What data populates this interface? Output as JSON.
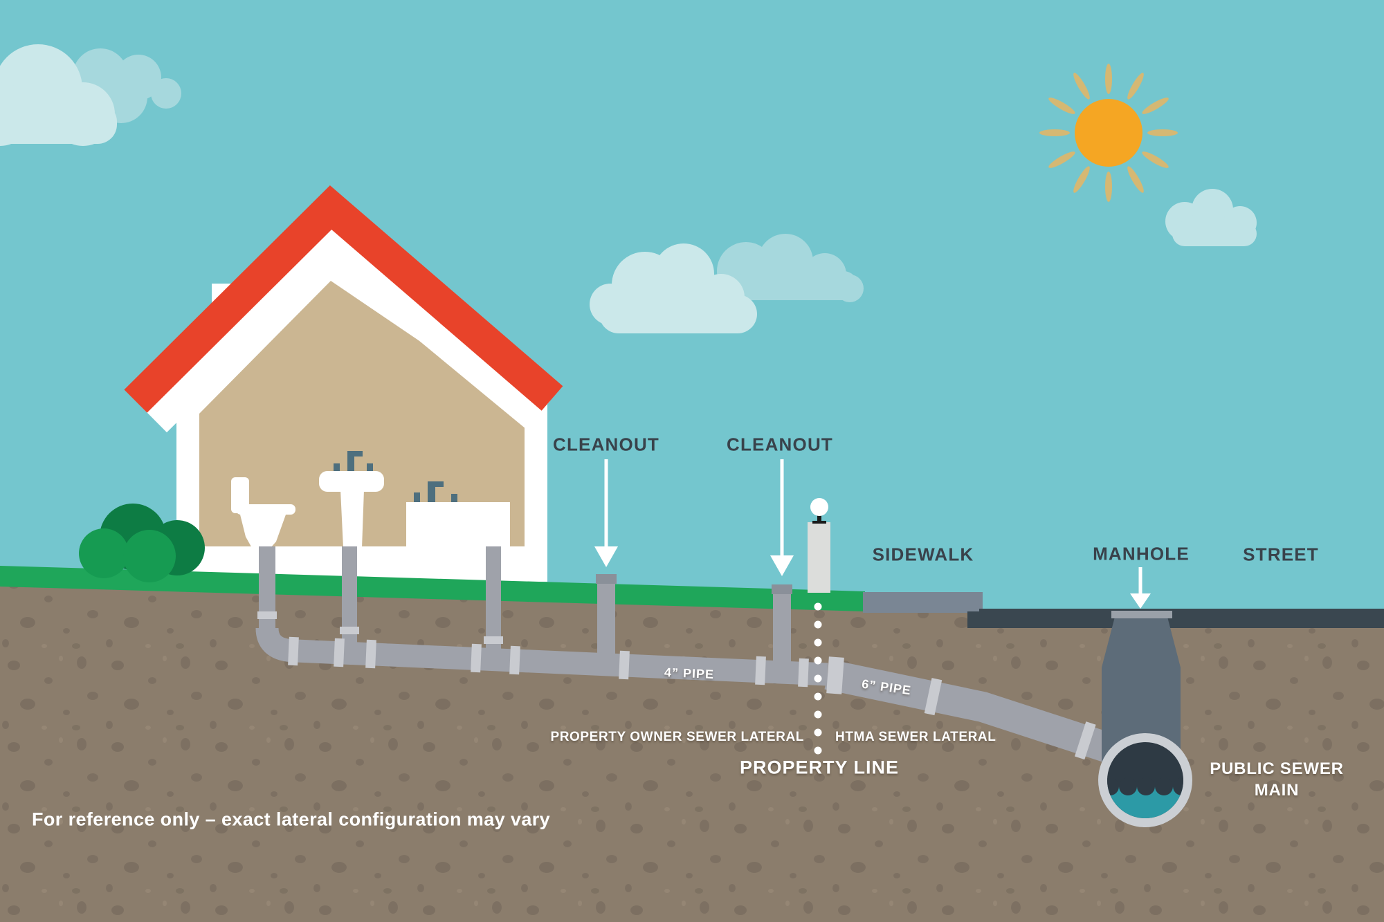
{
  "labels": {
    "cleanout_left": "CLEANOUT",
    "cleanout_right": "CLEANOUT",
    "sidewalk": "SIDEWALK",
    "manhole": "MANHOLE",
    "street": "STREET",
    "pipe4": "4” PIPE",
    "pipe6": "6” PIPE",
    "owner_lateral": "PROPERTY OWNER SEWER LATERAL",
    "htma_lateral": "HTMA SEWER LATERAL",
    "property_line": "PROPERTY LINE",
    "sewer_main_line1": "PUBLIC SEWER",
    "sewer_main_line2": "MAIN",
    "footer": "For reference only – exact lateral configuration may vary"
  },
  "colors": {
    "sky": "#74C6CE",
    "cloud_light": "#CBE8EA",
    "cloud_mid": "#A6D8DD",
    "sun_core": "#F5A623",
    "sun_rays": "#D5B873",
    "roof_red": "#E8432A",
    "house_wall_tan": "#CBB692",
    "house_trim_white": "#FFFFFF",
    "fixture_faucet": "#4E6F7E",
    "grass_green": "#1FA65A",
    "bush_dark": "#0D7C44",
    "bush_light": "#169B52",
    "dirt_brown": "#8B7D6C",
    "dirt_speckle": "#6F6457",
    "sidewalk_gray": "#7A8694",
    "street_dark": "#3A4750",
    "manhole_shaft": "#5D6C79",
    "pipe_gray": "#9FA2AA",
    "pipe_coupling": "#C9CBD0",
    "cleanout_cap": "#8A9099",
    "sewer_ring": "#CBCFD4",
    "sewer_dark": "#2E3A44",
    "sewage_teal": "#2C9AA6",
    "label_dark": "#39424B",
    "label_white": "#FFFFFF"
  }
}
